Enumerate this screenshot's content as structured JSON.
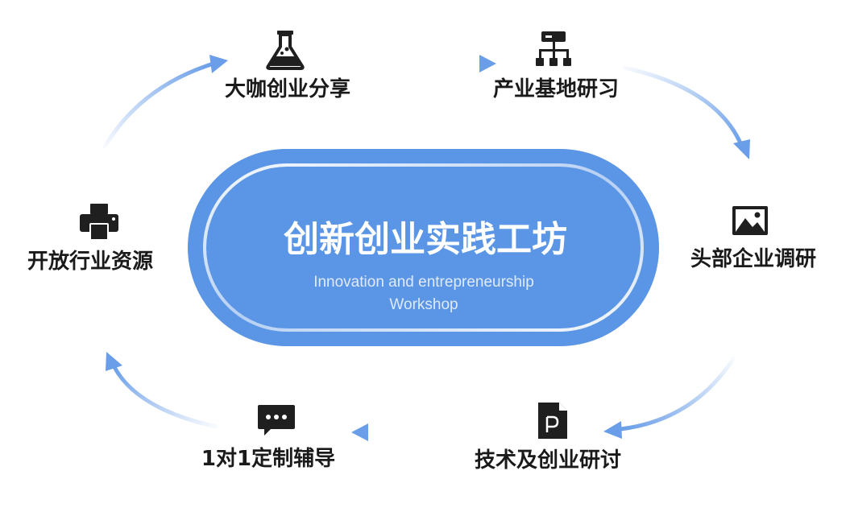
{
  "center": {
    "title": "创新创业实践工坊",
    "subtitle_line1": "Innovation and entrepreneurship",
    "subtitle_line2": "Workshop"
  },
  "nodes": [
    {
      "label": "大咖创业分享",
      "icon": "flask-icon"
    },
    {
      "label": "产业基地研习",
      "icon": "org-chart-icon"
    },
    {
      "label": "头部企业调研",
      "icon": "image-icon"
    },
    {
      "label": "技术及创业研讨",
      "icon": "ppt-file-icon"
    },
    {
      "label": "1对1定制辅导",
      "icon": "chat-bubble-icon"
    },
    {
      "label": "开放行业资源",
      "icon": "printer-icon"
    }
  ],
  "colors": {
    "primary": "#5b95e5",
    "ring": "#ffffff",
    "arrow": "#6a9ee8",
    "icon": "#1f1f1f",
    "label": "#1a1a1a"
  }
}
